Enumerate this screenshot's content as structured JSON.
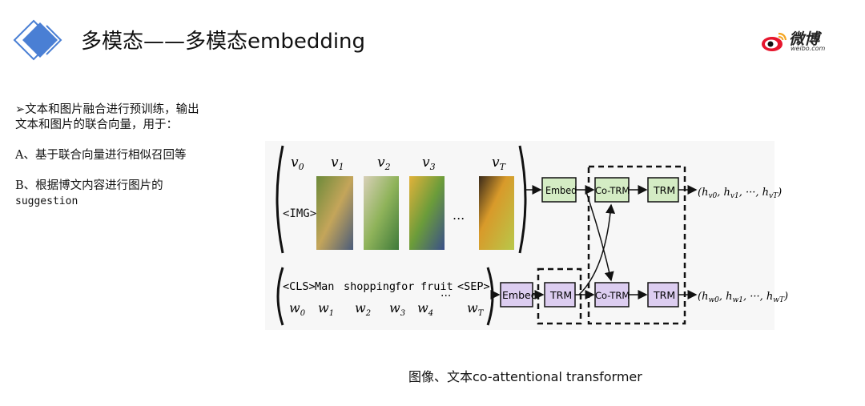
{
  "header": {
    "title": "多模态——多模态embedding",
    "logo_icon": "double-diamond-icon",
    "accent_color": "#4a7fd4"
  },
  "brand": {
    "name": "微博",
    "domain": "weibo.com",
    "icon": "weibo-eye-icon",
    "color": "#e6162d"
  },
  "bullets": {
    "line1": "➢文本和图片融合进行预训练，输出文本和图片的联合向量，用于：",
    "a": "A、基于联合向量进行相似召回等",
    "b_prefix": "B、根据博文内容进行图片的",
    "b_code": "suggestion"
  },
  "diagram": {
    "image_tokens": [
      "v0",
      "v1",
      "v2",
      "v3",
      "vT"
    ],
    "img_token": "<IMG>",
    "text_tokens": [
      "<CLS>",
      "Man",
      "shopping",
      "for",
      "fruit",
      "<SEP>"
    ],
    "text_subscripts": [
      "w0",
      "w1",
      "w2",
      "w3",
      "w4",
      "wT"
    ],
    "ellipsis": "...",
    "embed_label": "Embed",
    "trm_label": "TRM",
    "cotrm_label": "Co-TRM",
    "image_output": "(hv0, hv1, ···, hvT)",
    "text_output": "(hw0, hw1, ···, hwT)",
    "image_branch_color": "#d4ecc4",
    "text_branch_color": "#dccdf0"
  },
  "caption": "图像、文本co-attentional transformer"
}
